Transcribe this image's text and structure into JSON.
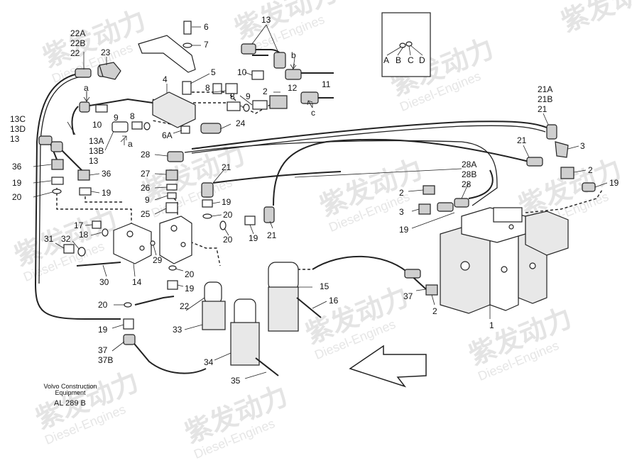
{
  "watermark": {
    "cn": "紫发动力",
    "en": "Diesel-Engines"
  },
  "caption": {
    "line1": "Volvo Construction",
    "line2": "Equipment",
    "code": "AL 289 B"
  },
  "inset_labels": [
    "A",
    "B",
    "C",
    "D"
  ],
  "callouts": {
    "c22A": "22A",
    "c22B": "22B",
    "c22": "22",
    "c23": "23",
    "c6": "6",
    "c7": "7",
    "c13top": "13",
    "c5": "5",
    "c4": "4",
    "c_b": "b",
    "c10top": "10",
    "c11": "11",
    "c12": "12",
    "c_c": "c",
    "c8a": "8",
    "c9a": "9",
    "c2a": "2",
    "c_a1": "a",
    "c9b": "9",
    "c8b": "8",
    "c10b": "10",
    "c6A": "6A",
    "c24": "24",
    "c_a2": "a",
    "c13C": "13C",
    "c13D": "13D",
    "c13": "13",
    "c13A": "13A",
    "c13B": "13B",
    "c36a": "36",
    "c36b": "36",
    "c19a": "19",
    "c20a": "20",
    "c19b": "19",
    "c28": "28",
    "c27": "27",
    "c26": "26",
    "c9c": "9",
    "c25": "25",
    "c21a": "21",
    "c19c": "19",
    "c20b": "20",
    "c20c": "20",
    "c19d": "19",
    "c21b": "21",
    "c17": "17",
    "c18": "18",
    "c31": "31",
    "c32": "32",
    "c29": "29",
    "c20d": "20",
    "c30": "30",
    "c14": "14",
    "c19e": "19",
    "c20e": "20",
    "c22c": "22",
    "c33": "33",
    "c19f": "19",
    "c37a": "37",
    "c37B": "37B",
    "c34": "34",
    "c35": "35",
    "c15": "15",
    "c16": "16",
    "c37b": "37",
    "c2b": "2",
    "c1": "1",
    "c28A": "28A",
    "c28B": "28B",
    "c28b": "28",
    "c2c": "2",
    "c3a": "3",
    "c19g": "19",
    "c21A": "21A",
    "c21B": "21B",
    "c21c": "21",
    "c3b": "3",
    "c21d": "21",
    "c2d": "2",
    "c19h": "19"
  }
}
